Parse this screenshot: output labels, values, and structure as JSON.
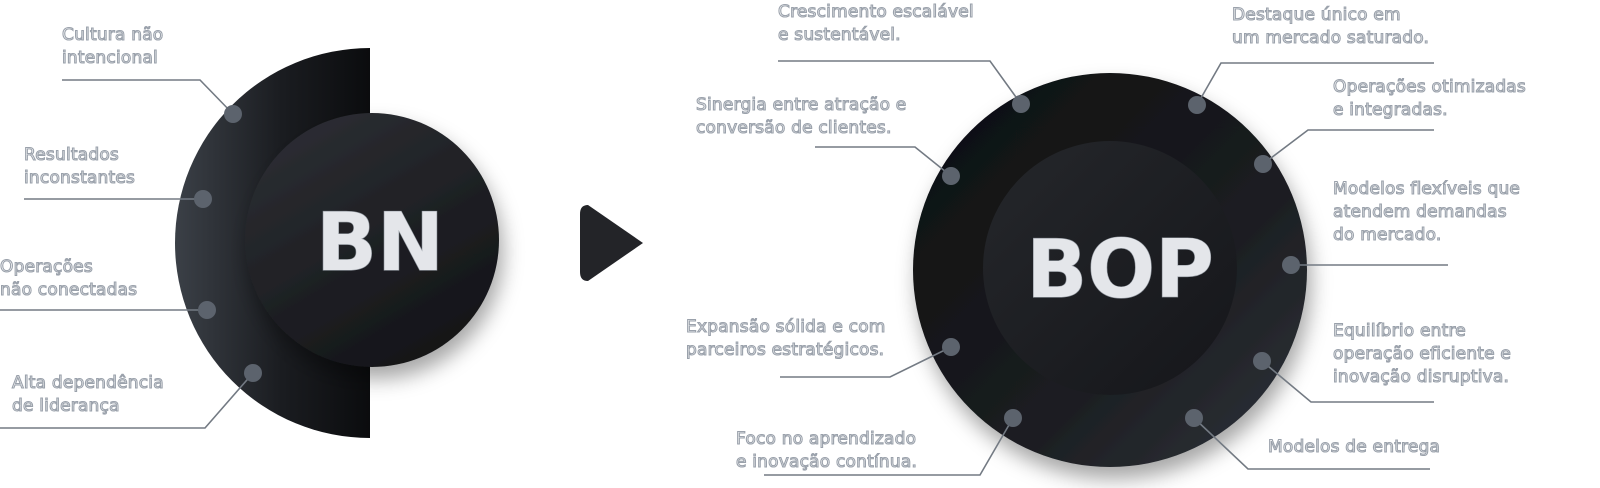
{
  "left": {
    "title": "BN",
    "labels": [
      [
        "Cultura não",
        "intencional"
      ],
      [
        "Resultados",
        "inconstantes"
      ],
      [
        "Operações",
        "não conectadas"
      ],
      [
        "Alta dependência",
        "de liderança"
      ]
    ]
  },
  "right": {
    "title": "BOP",
    "labels_left": [
      [
        "Crescimento escalável",
        "e sustentável."
      ],
      [
        "Sinergia entre atração e",
        "conversão de clientes."
      ],
      [
        "Expansão sólida e com",
        "parceiros estratégicos."
      ],
      [
        "Foco no aprendizado",
        "e inovação contínua."
      ]
    ],
    "labels_right": [
      [
        "Destaque único em",
        "um mercado saturado."
      ],
      [
        "Operações otimizadas",
        "e integradas."
      ],
      [
        "Modelos flexíveis que",
        "atendem demandas",
        "do mercado."
      ],
      [
        "Equilíbrio entre",
        "operação eficiente e",
        "inovação disruptiva."
      ],
      [
        "Modelos de entrega"
      ]
    ]
  },
  "colors": {
    "dark": "#111214",
    "dot": "#5c636d",
    "line": "#737a83",
    "arrow": "#232428"
  },
  "icons": {
    "transition": "play-arrow-icon"
  }
}
